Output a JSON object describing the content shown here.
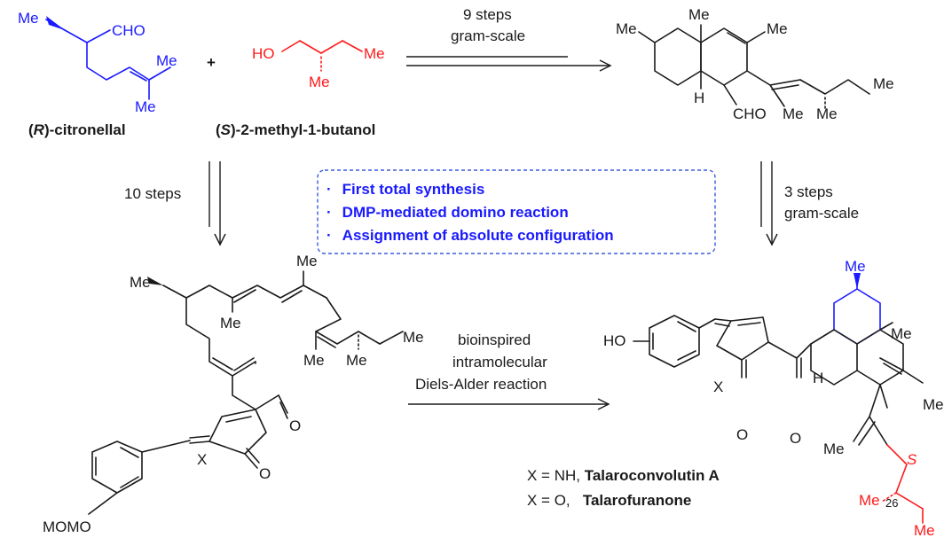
{
  "colors": {
    "text": "#1a1a1a",
    "blue": "#1a1aff",
    "red": "#ff1a1a",
    "box_border": "#3b5bdb"
  },
  "start": {
    "citronellal": {
      "name_prefix": "(",
      "name_italic": "R",
      "name_suffix": ")-citronellal",
      "me1": "Me",
      "cho": "CHO",
      "me2": "Me",
      "me3": "Me"
    },
    "plus": "+",
    "butanol": {
      "name_prefix": "(",
      "name_italic": "S",
      "name_suffix": ")-2-methyl-1-butanol",
      "ho": "HO",
      "me1": "Me",
      "me2": "Me"
    }
  },
  "arrows": {
    "top": {
      "line1": "9 steps",
      "line2": "gram-scale"
    },
    "left": {
      "line1": "10 steps"
    },
    "right": {
      "line1": "3 steps",
      "line2": "gram-scale"
    },
    "bottom": {
      "line1": "bioinspired",
      "line2": "intramolecular",
      "line3": "Diels-Alder reaction"
    }
  },
  "highlights": {
    "bullet": "·",
    "items": [
      "First total synthesis",
      "DMP-mediated domino reaction",
      "Assignment of absolute configuration"
    ]
  },
  "decalin_aldehyde": {
    "me_ring": "Me",
    "me_angular": "Me",
    "me_alkene": "Me",
    "h": "H",
    "cho": "CHO",
    "me_side1": "Me",
    "me_side2": "Me",
    "me_terminal": "Me"
  },
  "polyene": {
    "me_top": "Me",
    "me_dienyl1": "Me",
    "me_dienyl2": "Me",
    "me_lower": "Me",
    "me_stereo": "Me",
    "me_terminal": "Me",
    "ketone_o": "O",
    "lactone_o": "O",
    "x": "X",
    "momo": "MOMO"
  },
  "product": {
    "ho": "HO",
    "me_ring": "Me",
    "me_angular": "Me",
    "h": "H",
    "x": "X",
    "lactone_o": "O",
    "ketone_o": "O",
    "me_alkene": "Me",
    "me_side": "Me",
    "s_label": "S",
    "me_red": "Me",
    "c26": "26",
    "me_red_terminal": "Me",
    "legend": [
      {
        "prefix": "X = NH, ",
        "name": "Talaroconvolutin A"
      },
      {
        "prefix": "X = O,   ",
        "name": "Talarofuranone"
      }
    ]
  }
}
